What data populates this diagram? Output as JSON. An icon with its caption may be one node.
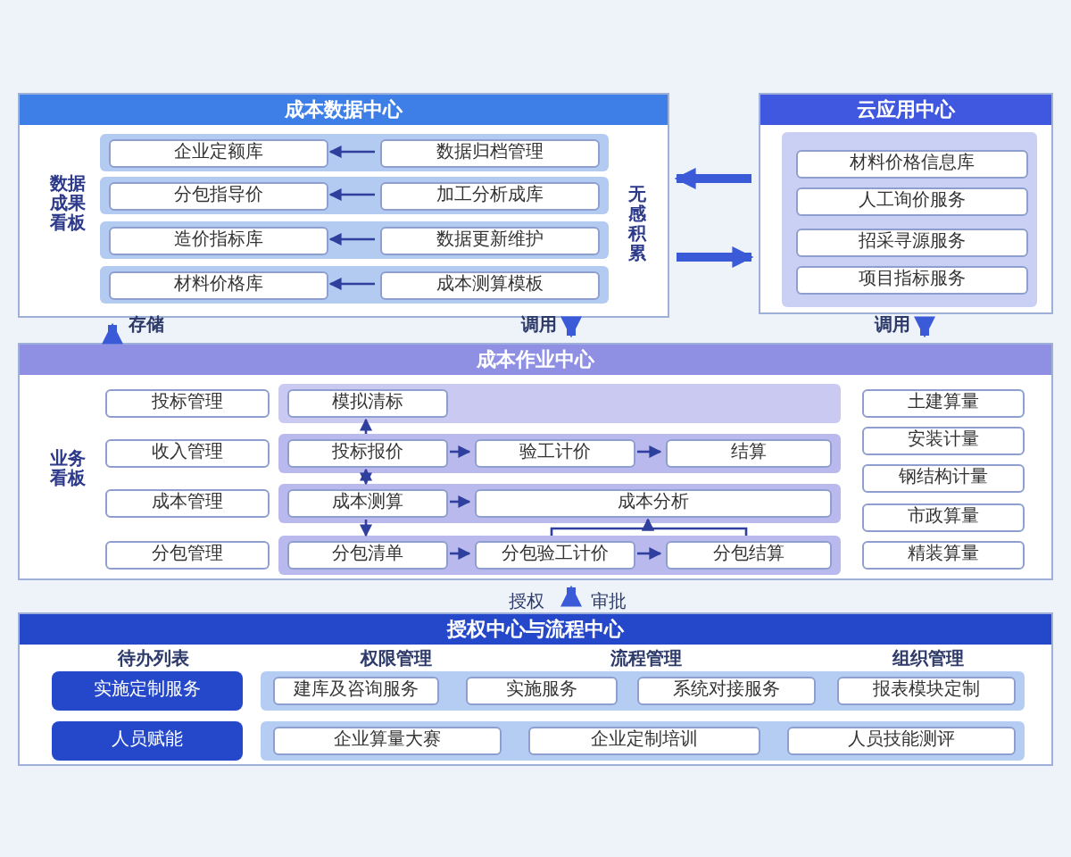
{
  "diagram": {
    "nodes": [
      {
        "text": [
          "成本数据中心"
        ]
      },
      {
        "text": [
          "企业定额库"
        ],
        "in": 0
      },
      {
        "text": [
          "分包指导价"
        ],
        "in": 0
      },
      {
        "text": [
          "造价指标库"
        ],
        "in": 0
      },
      {
        "text": [
          "材料价格库"
        ],
        "in": 0
      },
      {
        "text": [
          "数据归档管理"
        ],
        "in": 0
      },
      {
        "text": [
          "加工分析成库"
        ],
        "in": 0
      },
      {
        "text": [
          "数据更新维护"
        ],
        "in": 0
      },
      {
        "text": [
          "成本测算模板"
        ],
        "in": 0
      },
      {
        "text": [
          "云应用中心"
        ]
      },
      {
        "text": [
          "材料价格信息库"
        ],
        "in": 9
      },
      {
        "text": [
          "人工询价服务"
        ],
        "in": 9
      },
      {
        "text": [
          "招采寻源服务"
        ],
        "in": 9
      },
      {
        "text": [
          "项目指标服务"
        ],
        "in": 9
      },
      {
        "text": [
          "成本作业中心"
        ]
      },
      {
        "text": [
          "投标管理"
        ],
        "in": 14
      },
      {
        "text": [
          "收入管理"
        ],
        "in": 14
      },
      {
        "text": [
          "成本管理"
        ],
        "in": 14
      },
      {
        "text": [
          "分包管理"
        ],
        "in": 14
      },
      {
        "text": [
          "模拟清标"
        ],
        "in": 14
      },
      {
        "text": [
          "投标报价"
        ],
        "in": 14
      },
      {
        "text": [
          "验工计价"
        ],
        "in": 14
      },
      {
        "text": [
          "结算"
        ],
        "in": 14
      },
      {
        "text": [
          "成本测算"
        ],
        "in": 14
      },
      {
        "text": [
          "成本分析"
        ],
        "in": 14
      },
      {
        "text": [
          "分包清单"
        ],
        "in": 14
      },
      {
        "text": [
          "分包验工计价"
        ],
        "in": 14
      },
      {
        "text": [
          "分包结算"
        ],
        "in": 14
      },
      {
        "text": [
          "土建算量"
        ],
        "in": 14
      },
      {
        "text": [
          "安装计量"
        ],
        "in": 14
      },
      {
        "text": [
          "钢结构计量"
        ],
        "in": 14
      },
      {
        "text": [
          "市政算量"
        ],
        "in": 14
      },
      {
        "text": [
          "精装算量"
        ],
        "in": 14
      },
      {
        "text": [
          "授权中心与流程中心"
        ]
      },
      {
        "text": [
          "实施定制服务"
        ],
        "in": 33
      },
      {
        "text": [
          "人员赋能"
        ],
        "in": 33
      },
      {
        "text": [
          "建库及咨询服务"
        ],
        "in": 33
      },
      {
        "text": [
          "实施服务"
        ],
        "in": 33
      },
      {
        "text": [
          "系统对接服务"
        ],
        "in": 33
      },
      {
        "text": [
          "报表模块定制"
        ],
        "in": 33
      },
      {
        "text": [
          "企业算量大赛"
        ],
        "in": 33
      },
      {
        "text": [
          "企业定制培训"
        ],
        "in": 33
      },
      {
        "text": [
          "人员技能测评"
        ],
        "in": 33
      }
    ],
    "edges": [
      {
        "from": 5,
        "to": 1,
        "arrow": "to"
      },
      {
        "from": 6,
        "to": 2,
        "arrow": "to"
      },
      {
        "from": 7,
        "to": 3,
        "arrow": "to"
      },
      {
        "from": 8,
        "to": 4,
        "arrow": "to"
      },
      {
        "from": 9,
        "to": 0,
        "arrow": "to",
        "style": "thick"
      },
      {
        "from": 0,
        "to": 9,
        "arrow": "to",
        "style": "thick"
      },
      {
        "from": 14,
        "to": 0,
        "arrow": "to",
        "style": "thick",
        "label": "存储"
      },
      {
        "from": 0,
        "to": 14,
        "arrow": "to",
        "style": "thick",
        "label": "调用"
      },
      {
        "from": 9,
        "to": 14,
        "arrow": "to",
        "style": "thick",
        "label": "调用"
      },
      {
        "from": 20,
        "to": 19,
        "arrow": "to"
      },
      {
        "from": 20,
        "to": 23,
        "arrow": "both"
      },
      {
        "from": 23,
        "to": 25,
        "arrow": "to"
      },
      {
        "from": 20,
        "to": 21,
        "arrow": "to"
      },
      {
        "from": 21,
        "to": 22,
        "arrow": "to"
      },
      {
        "from": 23,
        "to": 24,
        "arrow": "to"
      },
      {
        "from": 25,
        "to": 26,
        "arrow": "to"
      },
      {
        "from": 26,
        "to": 27,
        "arrow": "to"
      },
      {
        "from": 26,
        "to": 24,
        "arrow": "to"
      },
      {
        "from": 27,
        "to": 24,
        "arrow": "to"
      },
      {
        "from": 33,
        "to": 14,
        "arrow": "to",
        "style": "thick"
      }
    ],
    "labels": [
      "数据成果看板",
      "无感积累",
      "业务看板",
      "授权",
      "审批",
      "待办列表",
      "权限管理",
      "流程管理",
      "组织管理"
    ]
  }
}
